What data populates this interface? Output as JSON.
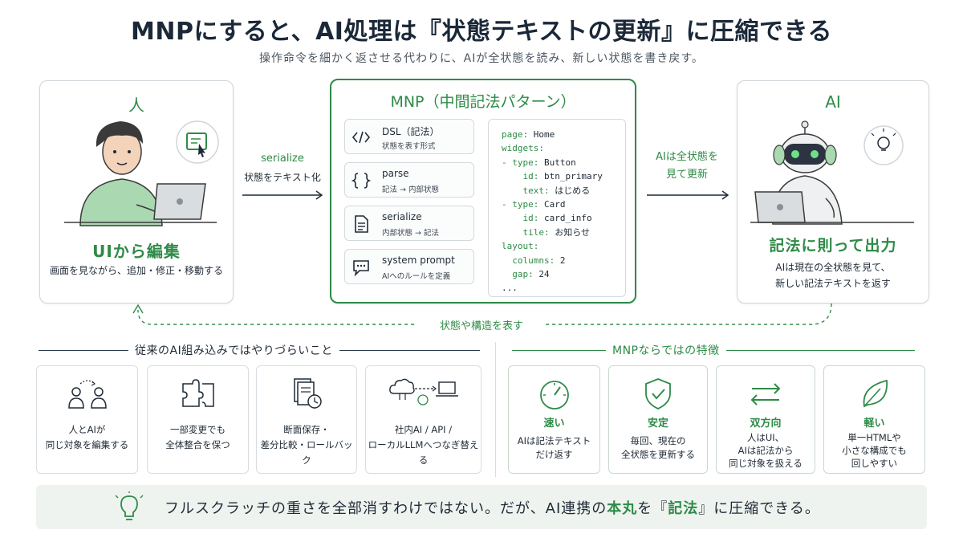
{
  "title": "MNPにすると、AI処理は『状態テキストの更新』に圧縮できる",
  "subtitle": "操作命令を細かく返させる代わりに、AIが全状態を読み、新しい状態を書き戻す。",
  "human": {
    "heading": "人",
    "action": "UIから編集",
    "desc": "画面を見ながら、追加・修正・移動する"
  },
  "arrow_left": {
    "label": "serialize",
    "sub": "状態をテキスト化"
  },
  "mnp": {
    "heading": "MNP（中間記法パターン）",
    "items": [
      {
        "name": "DSL（記法）",
        "desc": "状態を表す形式"
      },
      {
        "name": "parse",
        "desc": "記法 → 内部状態"
      },
      {
        "name": "serialize",
        "desc": "内部状態 → 記法"
      },
      {
        "name": "system prompt",
        "desc": "AIへのルールを定義"
      }
    ],
    "code": [
      {
        "k": "page:",
        "v": " Home",
        "indent": ""
      },
      {
        "k": "widgets:",
        "v": "",
        "indent": ""
      },
      {
        "k": "- type:",
        "v": " Button",
        "indent": ""
      },
      {
        "k": "id:",
        "v": " btn_primary",
        "indent": "    "
      },
      {
        "k": "text:",
        "v": " はじめる",
        "indent": "    "
      },
      {
        "k": "- type:",
        "v": " Card",
        "indent": ""
      },
      {
        "k": "id:",
        "v": " card_info",
        "indent": "    "
      },
      {
        "k": "tile:",
        "v": " お知らせ",
        "indent": "    "
      },
      {
        "k": "layout:",
        "v": "",
        "indent": ""
      },
      {
        "k": "columns:",
        "v": " 2",
        "indent": "  "
      },
      {
        "k": "gap:",
        "v": " 24",
        "indent": "  "
      },
      {
        "k": "",
        "v": "...",
        "indent": ""
      }
    ]
  },
  "arrow_right": {
    "line1": "AIは全状態を",
    "line2": "見て更新"
  },
  "ai": {
    "heading": "AI",
    "action": "記法に則って出力",
    "desc1": "AIは現在の全状態を見て、",
    "desc2": "新しい記法テキストを返す"
  },
  "loop_label": "状態や構造を表す",
  "left_section": {
    "title": "従来のAI組み込みではやりづらいこと",
    "cards": [
      {
        "icon": "users-swap-icon",
        "line1": "人とAIが",
        "line2": "同じ対象を編集する"
      },
      {
        "icon": "puzzle-icon",
        "line1": "一部変更でも",
        "line2": "全体整合を保つ"
      },
      {
        "icon": "document-clock-icon",
        "line1": "断面保存・",
        "line2": "差分比較・ロールバック"
      },
      {
        "icon": "cloud-laptop-icon",
        "line1": "社内AI / API /",
        "line2": "ローカルLLMへつなぎ替える"
      }
    ]
  },
  "right_section": {
    "title": "MNPならではの特徴",
    "cards": [
      {
        "icon": "gauge-icon",
        "title": "速い",
        "lines": [
          "AIは記法テキスト",
          "だけ返す"
        ]
      },
      {
        "icon": "shield-check-icon",
        "title": "安定",
        "lines": [
          "毎回、現在の",
          "全状態を更新する"
        ]
      },
      {
        "icon": "bidirectional-arrows-icon",
        "title": "双方向",
        "lines": [
          "人はUI、",
          "AIは記法から",
          "同じ対象を扱える"
        ]
      },
      {
        "icon": "leaf-icon",
        "title": "軽い",
        "lines": [
          "単一HTMLや",
          "小さな構成でも",
          "回しやすい"
        ]
      }
    ]
  },
  "banner": {
    "icon": "lightbulb-icon",
    "text_pre": "フルスクラッチの重さを全部消すわけではない。だが、AI連携の",
    "hl1": "本丸",
    "text_mid": "を『",
    "hl2": "記法",
    "text_post": "』に圧縮できる。"
  },
  "colors": {
    "accent": "#2e8b47",
    "text": "#1f2a36",
    "border": "#cfd5da"
  }
}
